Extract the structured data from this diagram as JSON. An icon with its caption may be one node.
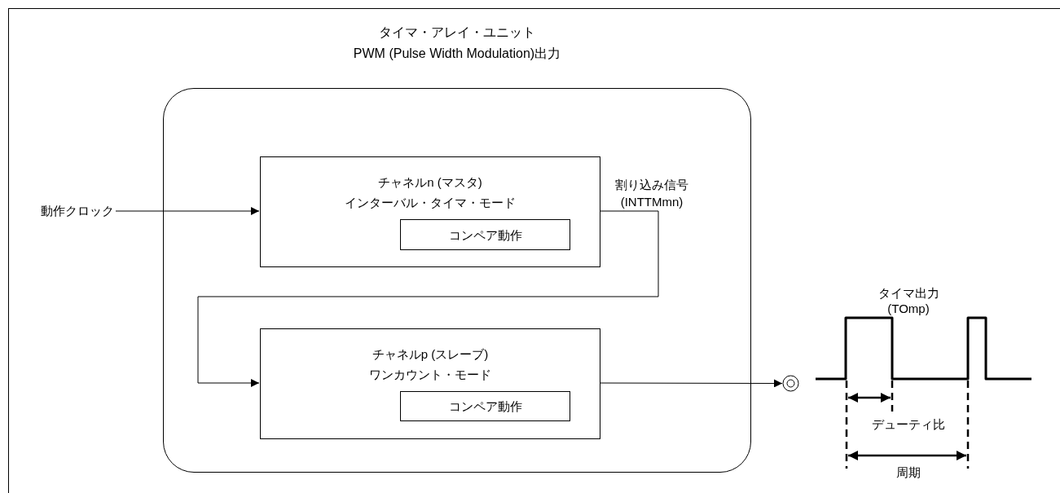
{
  "diagram": {
    "nodes": [
      {
        "text": [
          "タイマ・アレイ・ユニット",
          "PWM (Pulse Width Modulation)出力"
        ]
      },
      {
        "text": [
          "チャネルn (マスタ)",
          "インターバル・タイマ・モード"
        ],
        "in": 0
      },
      {
        "text": [
          "コンペア動作"
        ],
        "in": 1
      },
      {
        "text": [
          "チャネルp (スレーブ)",
          "ワンカウント・モード"
        ],
        "in": 0
      },
      {
        "text": [
          "コンペア動作"
        ],
        "in": 3
      },
      {
        "text": [
          "動作クロック"
        ]
      },
      {
        "text": [],
        "shape": "circle"
      }
    ],
    "edges": [
      {
        "from": 5,
        "to": 1,
        "arrow": "to"
      },
      {
        "from": 1,
        "to": 3,
        "arrow": "to",
        "label": "割り込み信号 (INTTMmn)"
      },
      {
        "from": 3,
        "to": 6,
        "arrow": "to"
      }
    ],
    "labels": [
      "タイマ出力",
      "(TOmp)",
      "デューティ比",
      "周期"
    ]
  }
}
